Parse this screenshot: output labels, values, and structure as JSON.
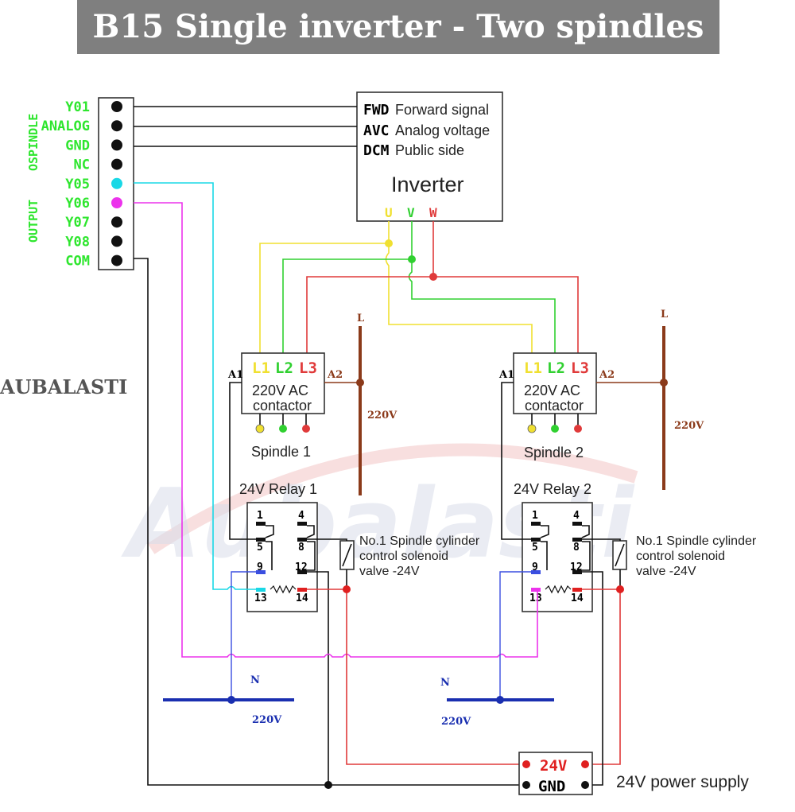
{
  "title": "B15 Single inverter - Two spindles",
  "watermark": {
    "brand_left": "AUBALASTI",
    "logo_text": "Aubalasti"
  },
  "terminal_block": {
    "group_labels": [
      "OSPINDLE",
      "OUTPUT"
    ],
    "terminals": [
      {
        "label": "Y01",
        "dot_color": "#111111"
      },
      {
        "label": "ANALOG",
        "dot_color": "#111111"
      },
      {
        "label": "GND",
        "dot_color": "#111111"
      },
      {
        "label": "NC",
        "dot_color": "#111111"
      },
      {
        "label": "Y05",
        "dot_color": "#19d8e6"
      },
      {
        "label": "Y06",
        "dot_color": "#ec33ec"
      },
      {
        "label": "Y07",
        "dot_color": "#111111"
      },
      {
        "label": "Y08",
        "dot_color": "#111111"
      },
      {
        "label": "COM",
        "dot_color": "#111111"
      }
    ]
  },
  "inverter": {
    "title": "Inverter",
    "signals": [
      {
        "code": "FWD",
        "desc": "Forward signal"
      },
      {
        "code": "AVC",
        "desc": "Analog voltage"
      },
      {
        "code": "DCM",
        "desc": "Public side"
      }
    ],
    "outputs": [
      {
        "label": "U",
        "color": "#f0e030"
      },
      {
        "label": "V",
        "color": "#30d030"
      },
      {
        "label": "W",
        "color": "#e03a3a"
      }
    ]
  },
  "contactor": {
    "line1": "220V AC",
    "line2": "contactor",
    "phases": [
      {
        "label": "L1",
        "color": "#f0e030"
      },
      {
        "label": "L2",
        "color": "#30d030"
      },
      {
        "label": "L3",
        "color": "#e03a3a"
      }
    ],
    "a1": "A1",
    "a2": "A2"
  },
  "spindles": [
    {
      "name": "Spindle 1",
      "relay": "24V Relay 1"
    },
    {
      "name": "Spindle 2",
      "relay": "24V Relay 2"
    }
  ],
  "relay_pins": [
    "1",
    "4",
    "5",
    "8",
    "9",
    "12",
    "13",
    "14"
  ],
  "solenoid": {
    "line1": "No.1 Spindle cylinder",
    "line2": "control solenoid",
    "line3": "valve -24V"
  },
  "line_labels": {
    "live": "L",
    "voltage": "220V",
    "neutral": "N"
  },
  "power_supply": {
    "plus": "24V",
    "gnd": "GND",
    "label": "24V power supply"
  },
  "colors": {
    "title_bar": "#7f7f7f",
    "terminal_label": "#2ee62e",
    "cyan": "#19d8e6",
    "magenta": "#ec33ec",
    "yellow": "#f0e030",
    "green": "#30d030",
    "red": "#e03a3a",
    "brown": "#8b3a1a",
    "blue": "#3a4ee0",
    "navy": "#1a2fb0"
  }
}
